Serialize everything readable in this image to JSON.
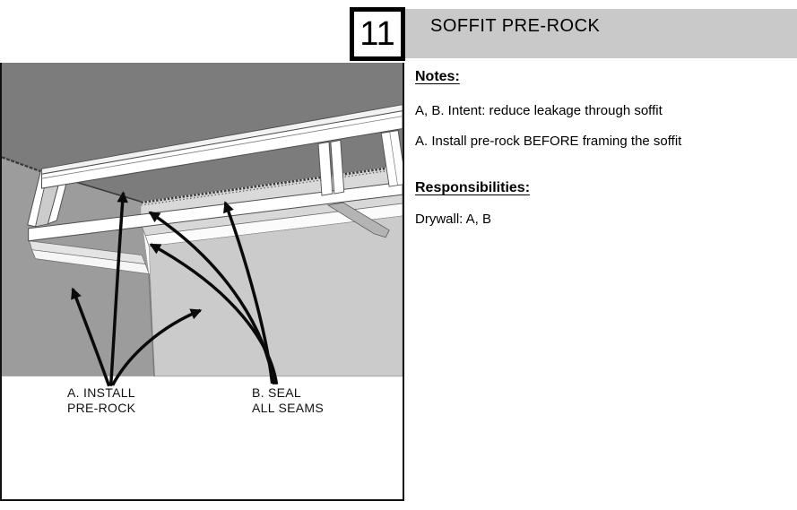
{
  "header": {
    "step_number": "11",
    "title": "SOFFIT PRE-ROCK"
  },
  "notes": {
    "heading": "Notes:",
    "items": [
      "A, B. Intent: reduce leakage through soffit",
      "A. Install pre-rock BEFORE framing the soffit"
    ]
  },
  "responsibilities": {
    "heading": "Responsibilities:",
    "items": [
      "Drywall: A, B"
    ]
  },
  "figure": {
    "description": "3D cutaway of a ceiling soffit frame with pre-rock drywall behind it",
    "labels": [
      {
        "line1": "A. INSTALL",
        "line2": "PRE-ROCK"
      },
      {
        "line1": "B. SEAL",
        "line2": "ALL SEAMS"
      }
    ],
    "colors": {
      "ceiling": "#7c7c7c",
      "left_wall": "#9c9c9c",
      "front_wall": "#cbcbcb",
      "soffit_band": "#d8d8d8",
      "bright_band": "#fbfbfb",
      "prerock_edge": "#d9d9d9",
      "frame": "#ffffff",
      "title_bar": "#c9c9c9",
      "arrow": "#0a0a0a"
    }
  }
}
